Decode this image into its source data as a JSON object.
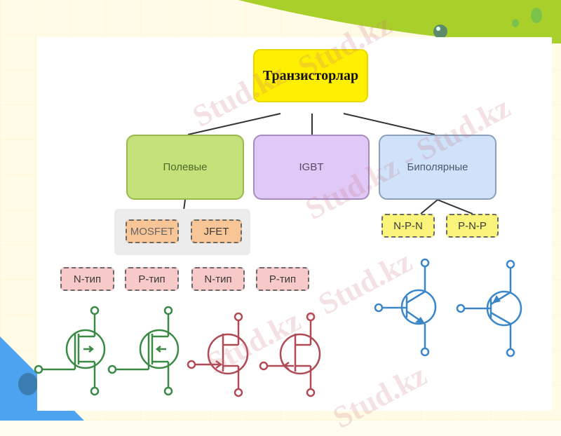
{
  "diagram": {
    "root": {
      "label": "Транзисторлар",
      "color": "#ffef00"
    },
    "categories": [
      {
        "label": "Полевые",
        "color": "#c5e17a"
      },
      {
        "label": "IGBT",
        "color": "#e0c9f7"
      },
      {
        "label": "Биполярные",
        "color": "#cfe2f9"
      }
    ],
    "field_effect_types": [
      {
        "label": "MOSFET",
        "color": "#f8c597"
      },
      {
        "label": "JFET",
        "color": "#f8c597"
      }
    ],
    "bipolar_types": [
      {
        "label": "N-P-N",
        "color": "#fbf47a"
      },
      {
        "label": "P-N-P",
        "color": "#fbf47a"
      }
    ],
    "channel_types": [
      {
        "label": "N-тип"
      },
      {
        "label": "P-тип"
      },
      {
        "label": "N-тип"
      },
      {
        "label": "P-тип"
      }
    ],
    "symbols": [
      {
        "name": "mosfet-n-channel",
        "color": "#3a8a45"
      },
      {
        "name": "mosfet-p-channel",
        "color": "#3a8a45"
      },
      {
        "name": "jfet-n-channel",
        "color": "#b04a55"
      },
      {
        "name": "jfet-p-channel",
        "color": "#b04a55"
      },
      {
        "name": "bjt-npn",
        "color": "#3a86c8"
      },
      {
        "name": "bjt-pnp",
        "color": "#3a86c8"
      }
    ]
  },
  "watermark": {
    "text": "Stud.kz",
    "text_alt": "Stud.kz - Stud.kz"
  }
}
